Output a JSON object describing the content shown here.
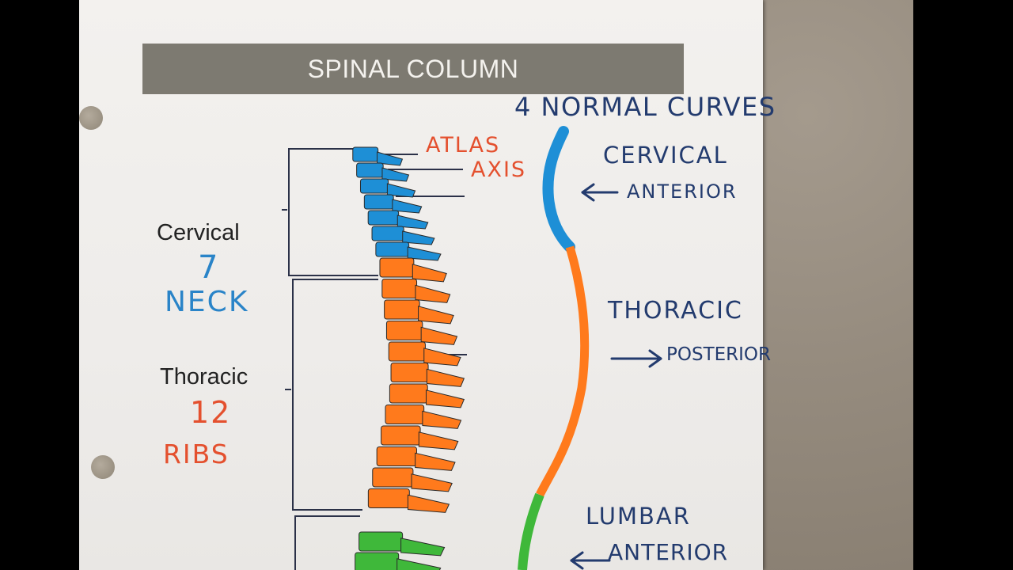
{
  "title": "SPINAL COLUMN",
  "regions": {
    "cervical": {
      "label": "Cervical",
      "count": "7",
      "note": "NECK"
    },
    "thoracic": {
      "label": "Thoracic",
      "count": "12",
      "note": "RIBS"
    }
  },
  "vertebra_labels": {
    "atlas": "ATLAS",
    "axis": "AXIS"
  },
  "curves": {
    "heading": "4 NORMAL CURVES",
    "cervical": {
      "name": "CERVICAL",
      "direction": "ANTERIOR"
    },
    "thoracic": {
      "name": "THORACIC",
      "direction": "POSTERIOR"
    },
    "lumbar": {
      "name": "LUMBAR",
      "direction": "ANTERIOR"
    }
  },
  "colors": {
    "cervical": "#1e8fd6",
    "thoracic": "#ff7a1c",
    "lumbar": "#3fb83a",
    "handwriting_red": "#e4502e",
    "handwriting_blue": "#2a84c8",
    "handwriting_navy": "#233b6e",
    "banner": "#7d7a71"
  }
}
